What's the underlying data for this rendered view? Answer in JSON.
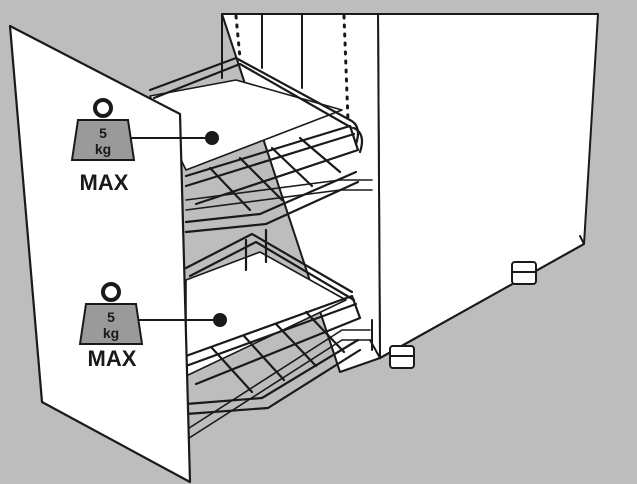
{
  "illustration": {
    "kind": "assembly-instruction",
    "subject": "cabinet-pullout-wire-basket",
    "colors": {
      "background": "#bdbdbd",
      "panel": "#ffffff",
      "line": "#1a1a1a",
      "weight_fill": "#9a9a9a"
    }
  },
  "load_labels": [
    {
      "weight_value": "5",
      "weight_unit": "kg",
      "caption": "MAX"
    },
    {
      "weight_value": "5",
      "weight_unit": "kg",
      "caption": "MAX"
    }
  ]
}
